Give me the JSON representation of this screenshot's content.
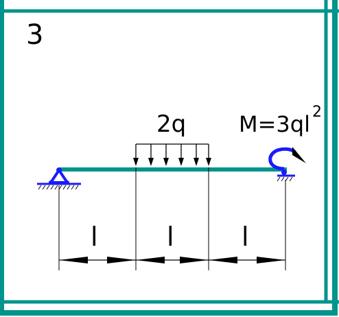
{
  "problem_number": "3",
  "load_label": "2q",
  "moment_label": "M=3ql",
  "moment_exponent": "2",
  "span_labels": [
    "l",
    "l",
    "l"
  ],
  "colors": {
    "frame": "#00948c",
    "beam": "#00948c",
    "support": "#1a1aff",
    "moment_arrow": "#1a1aff",
    "lines": "#000000"
  }
}
